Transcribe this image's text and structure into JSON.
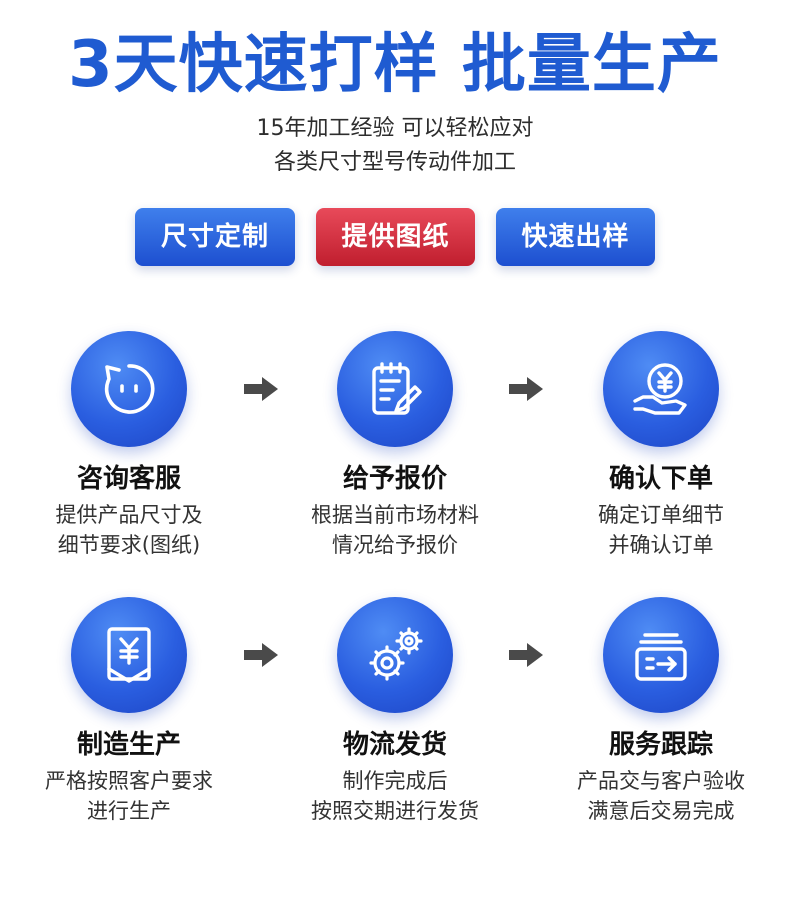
{
  "header": {
    "headline": "3天快速打样 批量生产",
    "subline_1": "15年加工经验 可以轻松应对",
    "subline_2": "各类尺寸型号传动件加工"
  },
  "tags": [
    {
      "label": "尺寸定制",
      "color": "#2b62dc"
    },
    {
      "label": "提供图纸",
      "color": "#d3303f"
    },
    {
      "label": "快速出样",
      "color": "#2b62dc"
    }
  ],
  "steps": [
    {
      "title": "咨询客服",
      "desc_1": "提供产品尺寸及",
      "desc_2": "细节要求(图纸)",
      "icon": "chat-bubble-face-icon"
    },
    {
      "title": "给予报价",
      "desc_1": "根据当前市场材料",
      "desc_2": "情况给予报价",
      "icon": "notepad-pencil-icon"
    },
    {
      "title": "确认下单",
      "desc_1": "确定订单细节",
      "desc_2": "并确认订单",
      "icon": "yuan-coin-hand-icon"
    },
    {
      "title": "制造生产",
      "desc_1": "严格按照客户要求",
      "desc_2": "进行生产",
      "icon": "yuan-document-icon"
    },
    {
      "title": "物流发货",
      "desc_1": "制作完成后",
      "desc_2": "按照交期进行发货",
      "icon": "gears-icon"
    },
    {
      "title": "服务跟踪",
      "desc_1": "产品交与客户验收",
      "desc_2": "满意后交易完成",
      "icon": "box-arrow-icon"
    }
  ],
  "colors": {
    "brand_blue": "#1f5bd1",
    "tag_red": "#d3303f",
    "arrow_gray": "#4a4a4a"
  }
}
